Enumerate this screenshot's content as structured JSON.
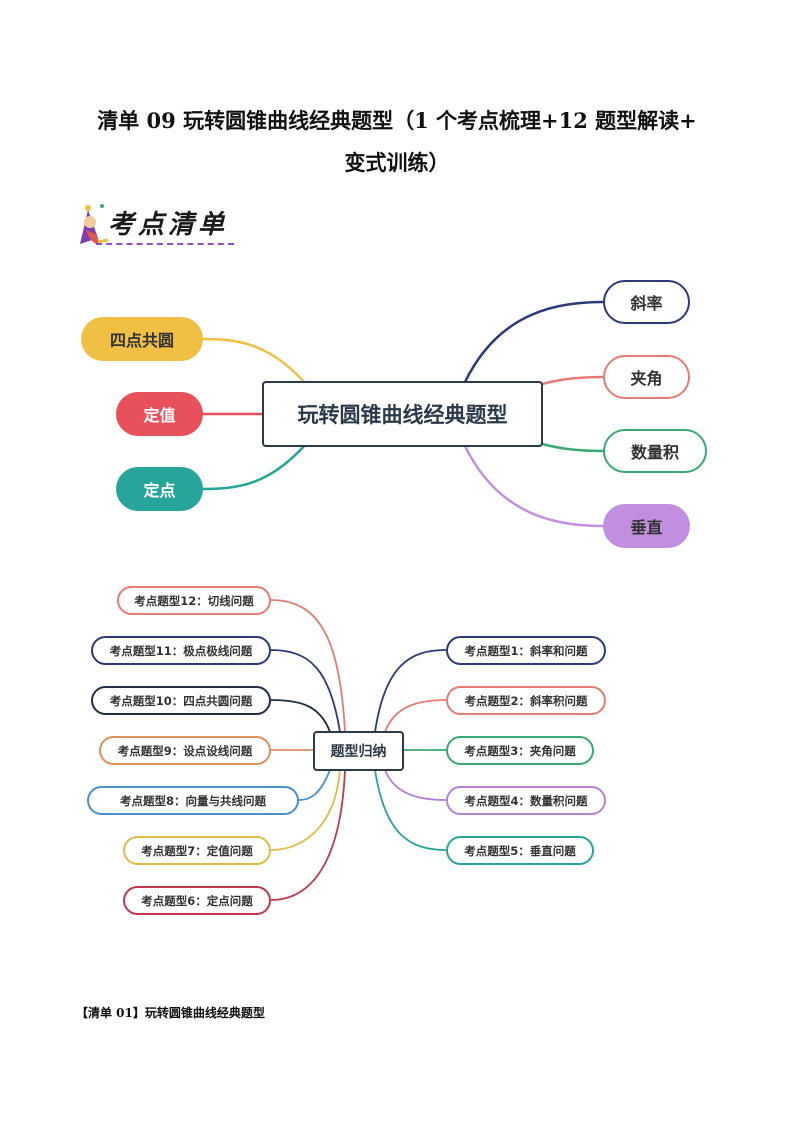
{
  "title": {
    "line1": "清单 09  玩转圆锥曲线经典题型（1 个考点梳理+12 题型解读+",
    "line2": "变式训练）"
  },
  "badge": {
    "text": "考点清单"
  },
  "mindmap1": {
    "center": "玩转圆锥曲线经典题型",
    "left": [
      "四点共圆",
      "定值",
      "定点"
    ],
    "right": [
      "斜率",
      "夹角",
      "数量积",
      "垂直"
    ],
    "colors": {
      "四点共圆": "#f0c045",
      "定值": "#e8505b",
      "定点": "#27a59a",
      "斜率": "#2d3a7a",
      "夹角": "#e67c73",
      "数量积": "#3aaa72",
      "垂直": "#c28fe0"
    }
  },
  "mindmap2": {
    "center": "题型归纳",
    "left": [
      "考点题型12：切线问题",
      "考点题型11：极点极线问题",
      "考点题型10：四点共圆问题",
      "考点题型9：设点设线问题",
      "考点题型8：向量与共线问题",
      "考点题型7：定值问题",
      "考点题型6：定点问题"
    ],
    "right": [
      "考点题型1：斜率和问题",
      "考点题型2：斜率积问题",
      "考点题型3：夹角问题",
      "考点题型4：数量积问题",
      "考点题型5：垂直问题"
    ]
  },
  "section": {
    "label": "【清单 01】玩转圆锥曲线经典题型"
  }
}
